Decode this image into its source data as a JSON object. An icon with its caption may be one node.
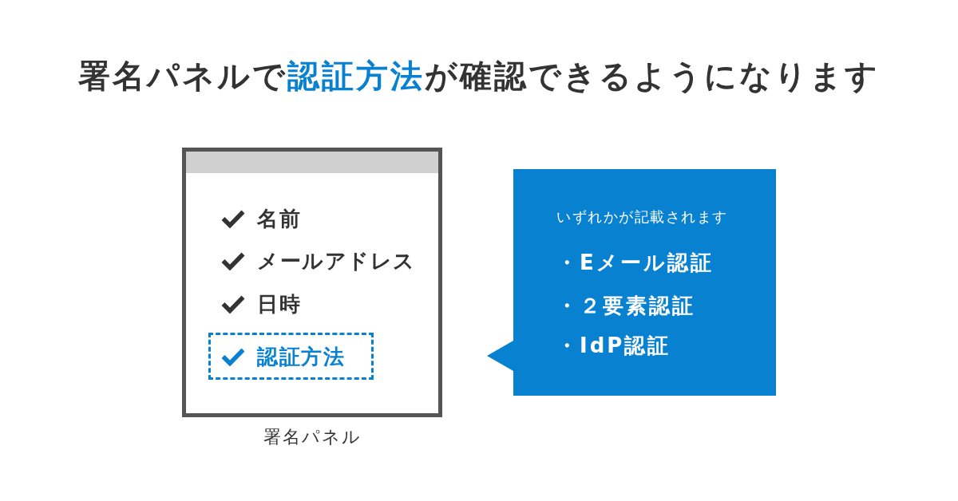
{
  "diagram": {
    "title": "署名パネルで**認証方法**が確認できるようになります",
    "nodes": [
      {
        "text": [
          "署名パネル"
        ]
      },
      {
        "text": [
          "名前"
        ],
        "in": 0
      },
      {
        "text": [
          "メールアドレス"
        ],
        "in": 0
      },
      {
        "text": [
          "日時"
        ],
        "in": 0
      },
      {
        "text": [
          "認証方法"
        ],
        "in": 0
      },
      {
        "text": [
          "いずれかが記載されます",
          "・Eメール認証",
          "・２要素認証",
          "・IdP認証"
        ]
      }
    ]
  }
}
